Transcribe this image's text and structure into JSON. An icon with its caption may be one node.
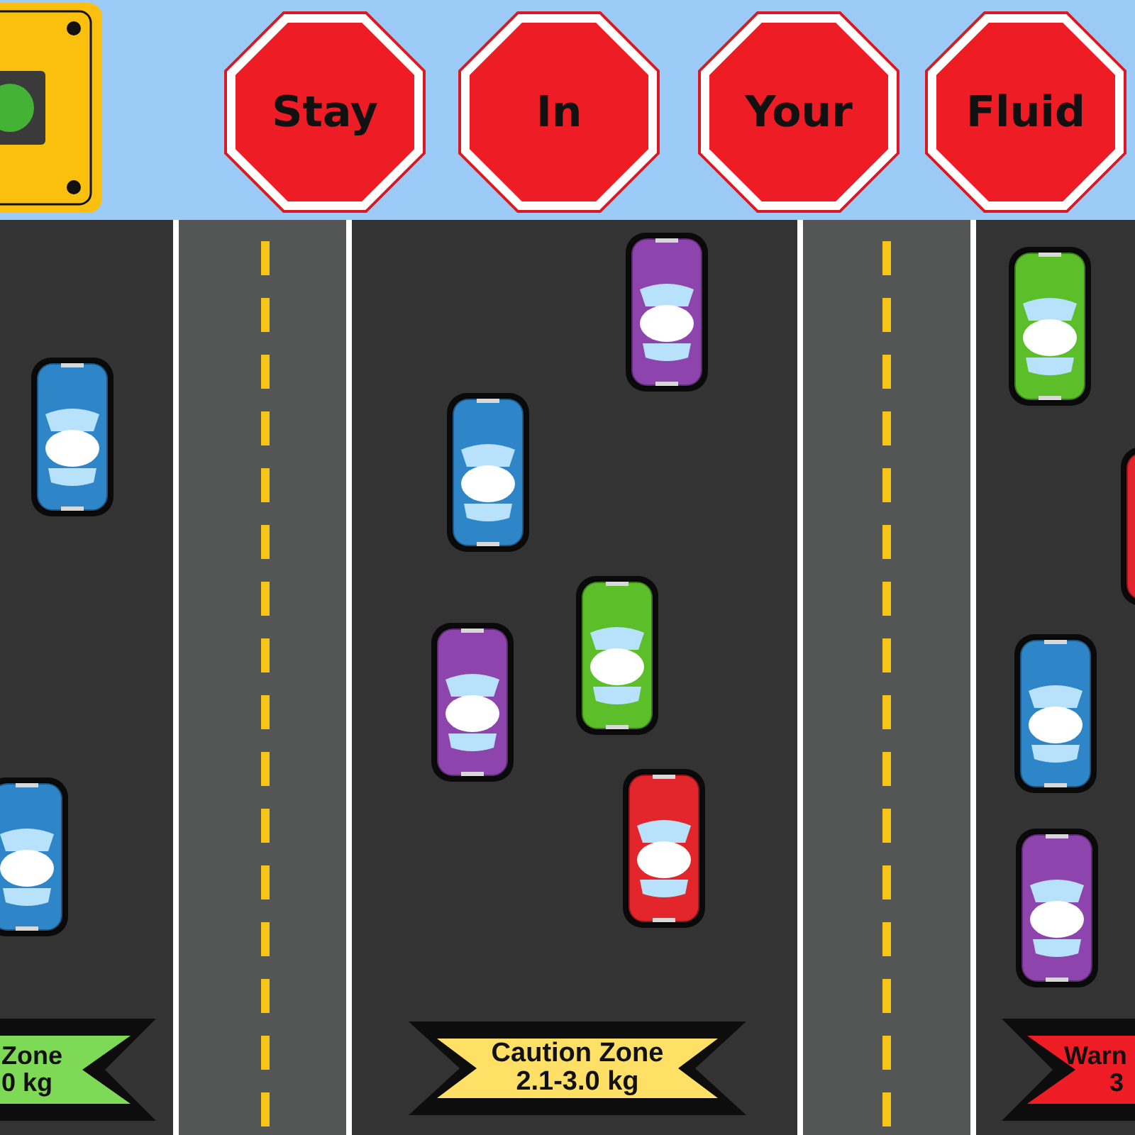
{
  "diagram": {
    "nodes": [
      {
        "text": [
          "Stay"
        ]
      },
      {
        "text": [
          "In"
        ]
      },
      {
        "text": [
          "Your"
        ]
      },
      {
        "text": [
          "Fluid"
        ]
      },
      {
        "text": [
          "Zone",
          "0 kg"
        ]
      },
      {
        "text": [
          "Caution Zone",
          "2.1-3.0 kg"
        ]
      },
      {
        "text": [
          "Warn",
          "3"
        ]
      }
    ]
  }
}
